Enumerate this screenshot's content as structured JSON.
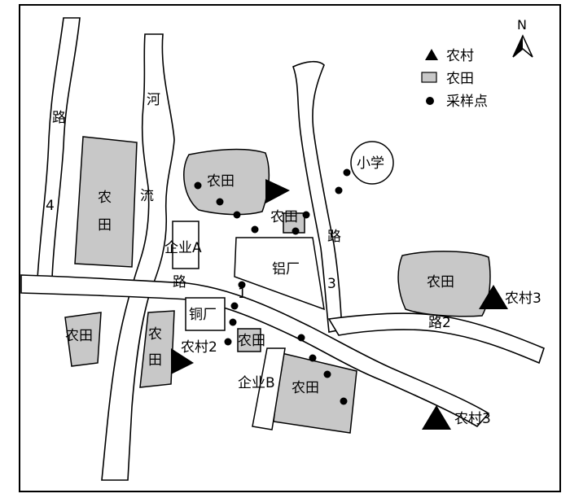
{
  "north": "N",
  "legend": {
    "village": "农村",
    "farmland": "农田",
    "sampling_point": "采样点"
  },
  "labels": {
    "road_char": "路",
    "road_4": "4",
    "road_1": "1",
    "road_3": "3",
    "road_2": "路2",
    "river_he": "河",
    "river_liu": "流",
    "field_nong": "农",
    "field_tian": "田",
    "farmland": "农田",
    "school": "小学",
    "enterprise_a": "企业A",
    "enterprise_b": "企业B",
    "aluminum_plant": "铝厂",
    "copper_plant": "铜厂",
    "village_2": "农村2",
    "village_3a": "农村3",
    "village_3b": "农村3"
  }
}
